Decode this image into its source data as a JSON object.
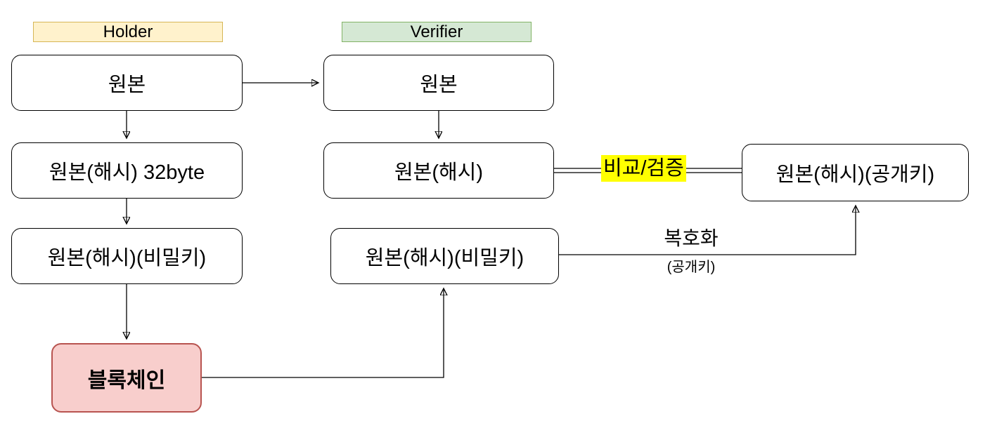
{
  "header": {
    "holder_label": "Holder",
    "verifier_label": "Verifier"
  },
  "nodes": {
    "holder_original": "원본",
    "holder_hash": "원본(해시) 32byte",
    "holder_signed": "원본(해시)(비밀키)",
    "blockchain": "블록체인",
    "verifier_original": "원본",
    "verifier_hash": "원본(해시)",
    "verifier_signed": "원본(해시)(비밀키)",
    "verifier_decrypted": "원본(해시)(공개키)"
  },
  "edge_labels": {
    "compare_verify": "비교/검증",
    "decrypt": "복호화",
    "decrypt_key": "(공개키)"
  },
  "colors": {
    "holder_header_bg": "#FFF2CC",
    "holder_header_border": "#D6B656",
    "verifier_header_bg": "#D5E8D4",
    "verifier_header_border": "#82B366",
    "blockchain_bg": "#F8CECC",
    "blockchain_border": "#B85450",
    "highlight": "#FFFF00",
    "node_border": "#000000"
  }
}
